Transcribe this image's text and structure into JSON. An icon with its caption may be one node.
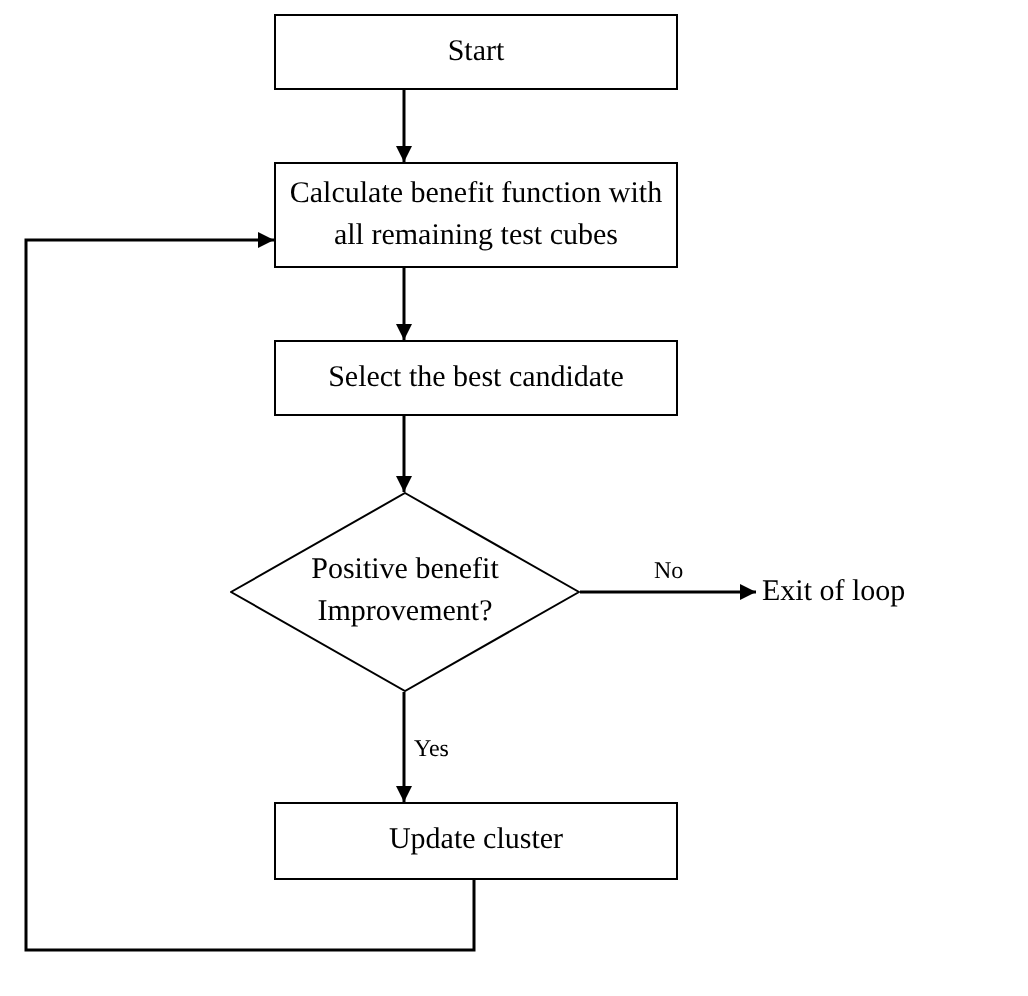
{
  "diagram": {
    "nodes": [
      {
        "text": [
          "Start"
        ]
      },
      {
        "text": [
          "Calculate benefit function with all remaining test cubes"
        ]
      },
      {
        "text": [
          "Select the best candidate"
        ]
      },
      {
        "text": [
          "Positive benefit Improvement?"
        ]
      },
      {
        "text": [
          "Exit of loop"
        ]
      },
      {
        "text": [
          "Update cluster"
        ]
      }
    ],
    "edges": [
      {
        "from": 0,
        "to": 1,
        "arrow": "to"
      },
      {
        "from": 1,
        "to": 2,
        "arrow": "to"
      },
      {
        "from": 2,
        "to": 3,
        "arrow": "to"
      },
      {
        "from": 3,
        "to": 4,
        "arrow": "to",
        "label": "No"
      },
      {
        "from": 3,
        "to": 5,
        "arrow": "to",
        "label": "Yes"
      },
      {
        "from": 5,
        "to": 1,
        "arrow": "to"
      }
    ]
  }
}
